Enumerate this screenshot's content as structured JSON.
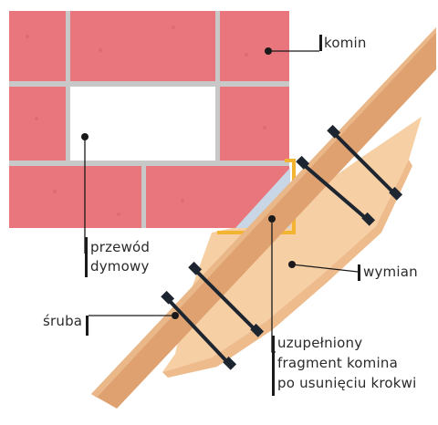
{
  "labels": {
    "komin": "komin",
    "przewod_line1": "przewód",
    "przewod_line2": "dymowy",
    "wymian": "wymian",
    "sruba": "śruba",
    "fragment_line1": "uzupełniony",
    "fragment_line2": "fragment komina",
    "fragment_line3": "po usunięciu krokwi"
  },
  "colors": {
    "brick": "#e8767c",
    "mortar": "#c8c8c8",
    "flue": "#ffffff",
    "beam": "#dfa170",
    "trimmer": "#f6cfa4",
    "fill_fragment": "#c9d6e6",
    "flashing": "#f3b431",
    "bolt": "#1c2530",
    "leader": "#1a1a1a"
  }
}
